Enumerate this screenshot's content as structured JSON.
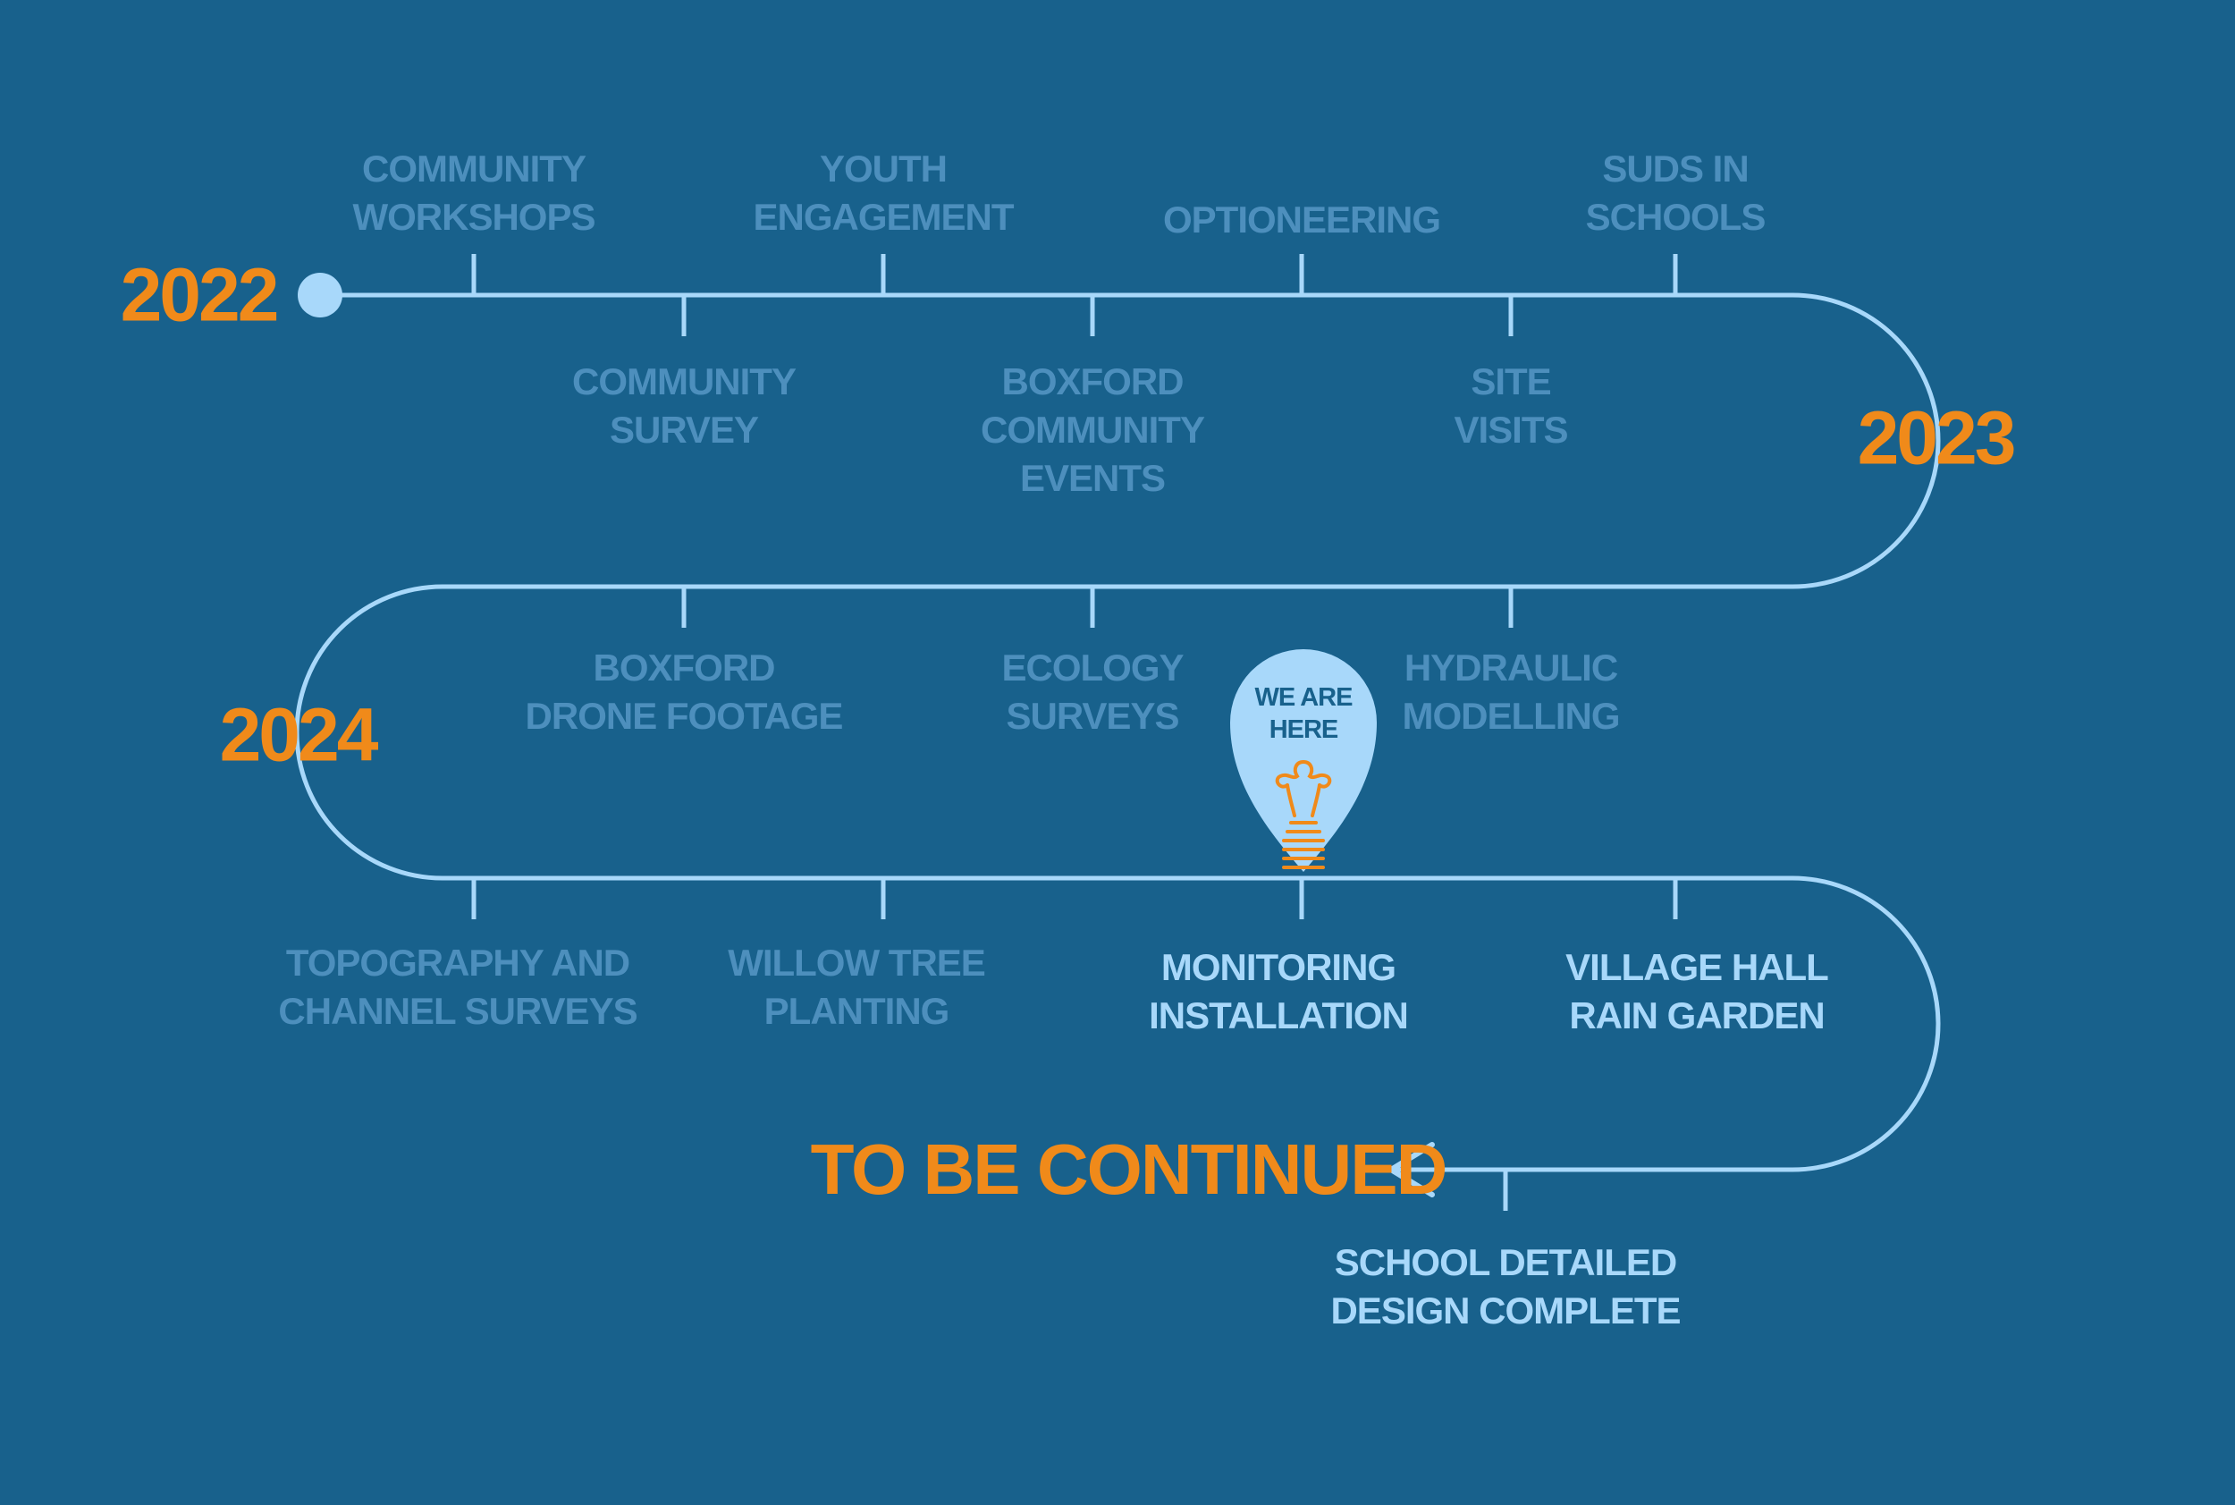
{
  "timeline": {
    "years": [
      {
        "label": "2022"
      },
      {
        "label": "2023"
      },
      {
        "label": "2024"
      }
    ],
    "milestones": [
      {
        "id": "community-workshops",
        "lines": [
          "COMMUNITY",
          "WORKSHOPS"
        ],
        "status": "completed"
      },
      {
        "id": "community-survey",
        "lines": [
          "COMMUNITY",
          "SURVEY"
        ],
        "status": "completed"
      },
      {
        "id": "youth-engagement",
        "lines": [
          "YOUTH",
          "ENGAGEMENT"
        ],
        "status": "completed"
      },
      {
        "id": "boxford-community-events",
        "lines": [
          "BOXFORD",
          "COMMUNITY",
          "EVENTS"
        ],
        "status": "completed"
      },
      {
        "id": "optioneering",
        "lines": [
          "OPTIONEERING"
        ],
        "status": "completed"
      },
      {
        "id": "site-visits",
        "lines": [
          "SITE",
          "VISITS"
        ],
        "status": "completed"
      },
      {
        "id": "suds-in-schools",
        "lines": [
          "SUDS IN",
          "SCHOOLS"
        ],
        "status": "completed"
      },
      {
        "id": "boxford-drone-footage",
        "lines": [
          "BOXFORD",
          "DRONE FOOTAGE"
        ],
        "status": "completed"
      },
      {
        "id": "ecology-surveys",
        "lines": [
          "ECOLOGY",
          "SURVEYS"
        ],
        "status": "completed"
      },
      {
        "id": "hydraulic-modelling",
        "lines": [
          "HYDRAULIC",
          "MODELLING"
        ],
        "status": "completed"
      },
      {
        "id": "topography-and-channel-surveys",
        "lines": [
          "TOPOGRAPHY AND",
          "CHANNEL SURVEYS"
        ],
        "status": "completed"
      },
      {
        "id": "willow-tree-planting",
        "lines": [
          "WILLOW TREE",
          "PLANTING"
        ],
        "status": "completed"
      },
      {
        "id": "monitoring-installation",
        "lines": [
          "MONITORING",
          "INSTALLATION"
        ],
        "status": "upcoming"
      },
      {
        "id": "village-hall-rain-garden",
        "lines": [
          "VILLAGE HALL",
          "RAIN GARDEN"
        ],
        "status": "upcoming"
      },
      {
        "id": "school-detailed-design-complete",
        "lines": [
          "SCHOOL DETAILED",
          "DESIGN COMPLETE"
        ],
        "status": "upcoming"
      }
    ],
    "marker": {
      "lines": [
        "WE ARE",
        "HERE"
      ],
      "icon": "lightbulb-icon"
    },
    "end_label": "TO BE CONTINUED"
  },
  "colors": {
    "background": "#18618c",
    "line": "#a8d8fa",
    "completed_text": "#4d8fbd",
    "upcoming_text": "#a8d8fa",
    "accent": "#f08a1a",
    "marker_fill": "#a8d8fa"
  }
}
